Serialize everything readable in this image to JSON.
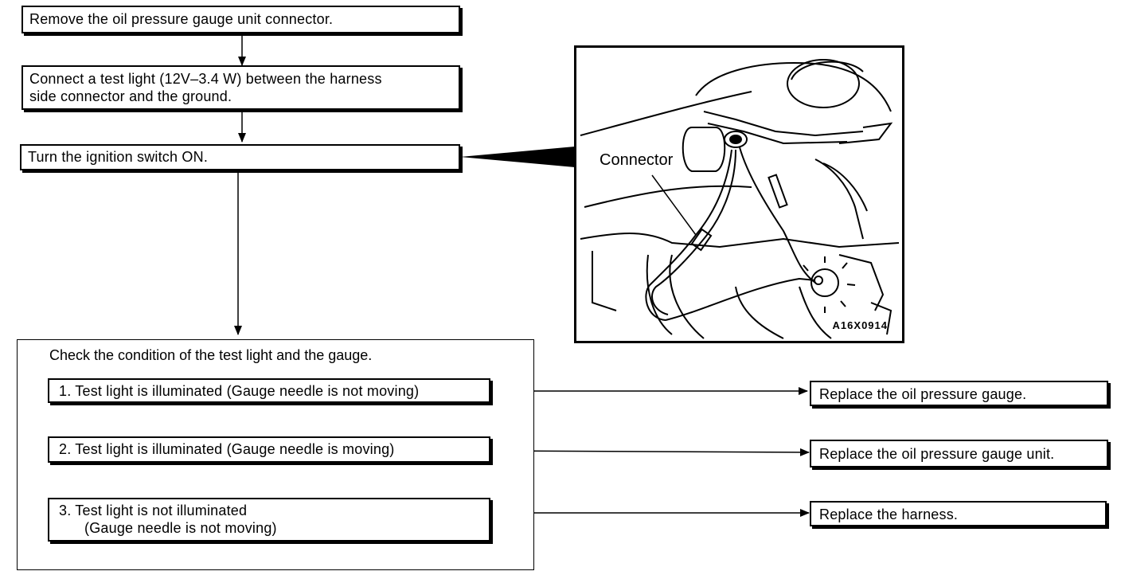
{
  "steps": {
    "step1": "Remove the oil pressure gauge unit connector.",
    "step2_line1": "Connect a test light (12V–3.4 W) between the harness",
    "step2_line2": "side connector and the ground.",
    "step3": "Turn the ignition switch ON."
  },
  "check": {
    "title": "Check the condition of the test light and the gauge.",
    "conditions": [
      {
        "line1": "1.  Test light is illuminated (Gauge needle is not moving)",
        "line2": ""
      },
      {
        "line1": "2.  Test light is illuminated (Gauge needle is moving)",
        "line2": ""
      },
      {
        "line1": "3.  Test light is not illuminated",
        "line2": "(Gauge needle is not moving)"
      }
    ]
  },
  "actions": [
    "Replace the oil pressure gauge.",
    "Replace the oil pressure gauge unit.",
    "Replace the harness."
  ],
  "illustration": {
    "label": "Connector",
    "code": "A16X0914"
  }
}
